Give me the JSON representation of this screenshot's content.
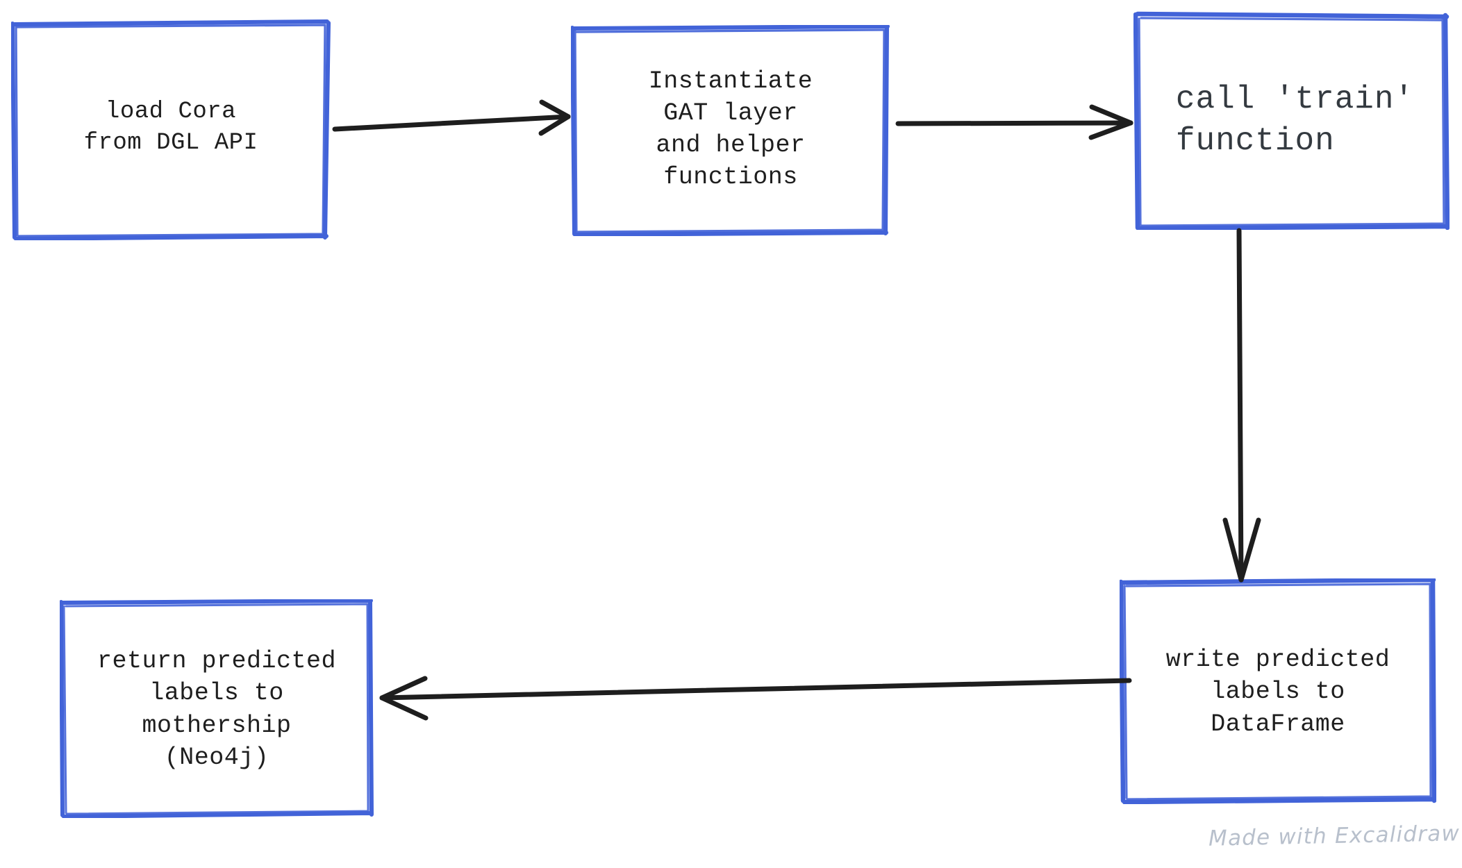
{
  "diagram": {
    "title": "GAT training pipeline flowchart",
    "background": "#ffffff",
    "stroke_color_box": "#4263d8",
    "stroke_color_arrow": "#1e1e1e",
    "text_color": "#1e1e1e",
    "text_color_alt": "#343a40",
    "watermark": "Made with Excalidraw"
  },
  "nodes": [
    {
      "id": "load-cora",
      "label": "load Cora\nfrom DGL API",
      "lines": [
        "load Cora",
        "from DGL API"
      ]
    },
    {
      "id": "instantiate-gat",
      "label": "Instantiate\nGAT layer\nand helper\nfunctions",
      "lines": [
        "Instantiate",
        "GAT layer",
        "and helper",
        "functions"
      ]
    },
    {
      "id": "call-train",
      "label": "call 'train'\nfunction",
      "lines": [
        "call 'train'",
        "function"
      ]
    },
    {
      "id": "write-dataframe",
      "label": "write predicted\nlabels to\nDataFrame",
      "lines": [
        "write predicted",
        "labels to",
        "DataFrame"
      ]
    },
    {
      "id": "return-labels",
      "label": "return predicted\nlabels to\nmothership\n(Neo4j)",
      "lines": [
        "return predicted",
        "labels to",
        "mothership",
        "(Neo4j)"
      ]
    }
  ],
  "edges": [
    {
      "id": "load-to-gat",
      "from": "load-cora",
      "to": "instantiate-gat",
      "direction": "right"
    },
    {
      "id": "gat-to-train",
      "from": "instantiate-gat",
      "to": "call-train",
      "direction": "right"
    },
    {
      "id": "train-to-write",
      "from": "call-train",
      "to": "write-dataframe",
      "direction": "down"
    },
    {
      "id": "write-to-return",
      "from": "write-dataframe",
      "to": "return-labels",
      "direction": "left"
    }
  ]
}
